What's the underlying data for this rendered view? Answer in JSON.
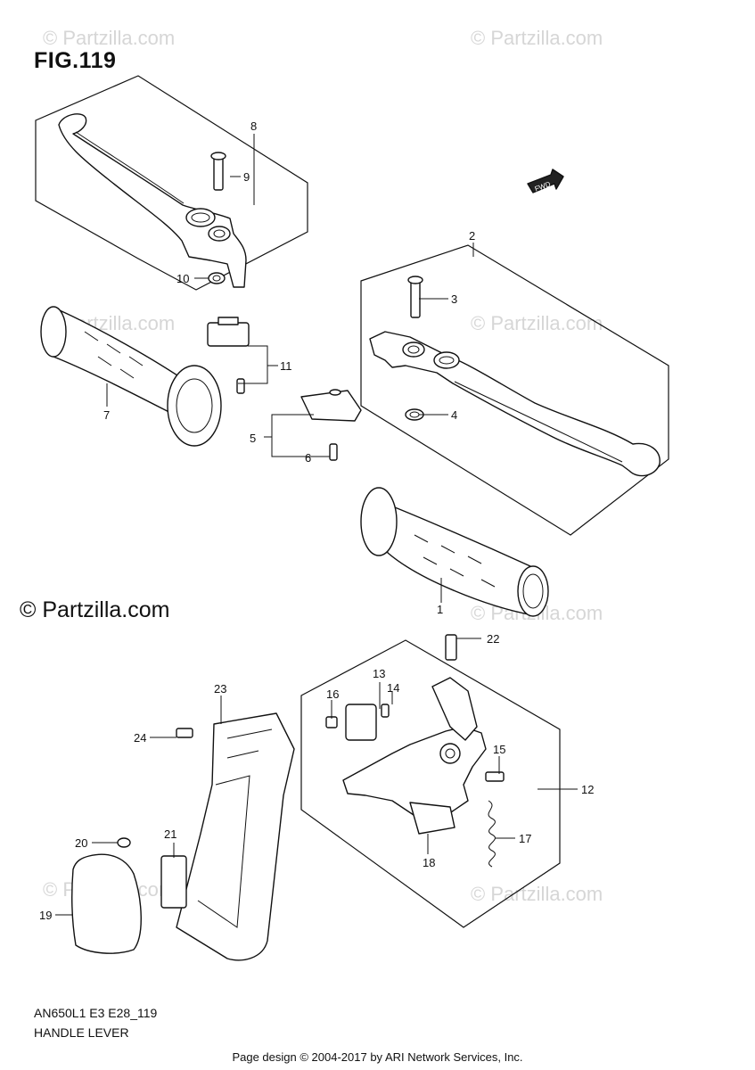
{
  "figure": {
    "title": "FIG.119",
    "fwd_label": "FWD"
  },
  "watermark": {
    "text": "© Partzilla.com"
  },
  "copyright": {
    "text": "© Partzilla.com"
  },
  "caption": {
    "model_code": "AN650L1 E3 E28_119",
    "section_name": "HANDLE LEVER"
  },
  "footer": {
    "text": "Page design © 2004-2017 by ARI Network Services, Inc."
  },
  "callouts": [
    "1",
    "2",
    "3",
    "4",
    "5",
    "6",
    "7",
    "8",
    "9",
    "10",
    "11",
    "12",
    "13",
    "14",
    "15",
    "16",
    "17",
    "18",
    "19",
    "20",
    "21",
    "22",
    "23",
    "24"
  ]
}
